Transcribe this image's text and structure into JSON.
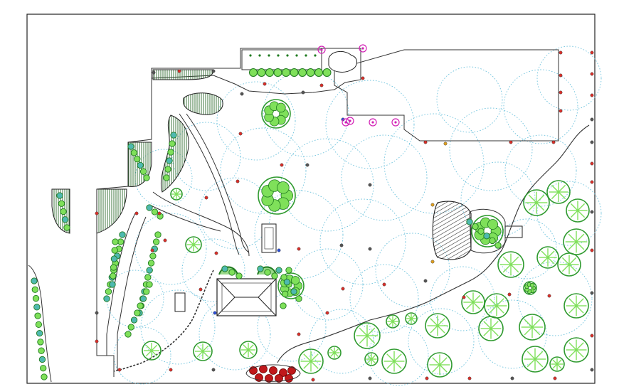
{
  "drawing": {
    "kind": "landscape irrigation site plan",
    "colors": {
      "background": "#ffffff",
      "border": "#222222",
      "irrigation_spray": "#6fc3dd",
      "tree_canopy": "#2f9a2f",
      "tree_fill": "#7fe05a",
      "shrub_dark": "#1f7a1f",
      "sprinkler_head_red": "#d9302a",
      "sprinkler_head_blue": "#2a4fd9",
      "accent_magenta": "#d21fb5",
      "hatch": "#222222",
      "red_flowers": "#c0181b",
      "building_outline": "#222222"
    },
    "elements": [
      "building-footprint",
      "gazebo-structure",
      "patio-hatched-area",
      "planting-beds",
      "trees",
      "irrigation-spray-circles",
      "sprinkler-heads",
      "garden-paths",
      "boulder-edge"
    ]
  }
}
